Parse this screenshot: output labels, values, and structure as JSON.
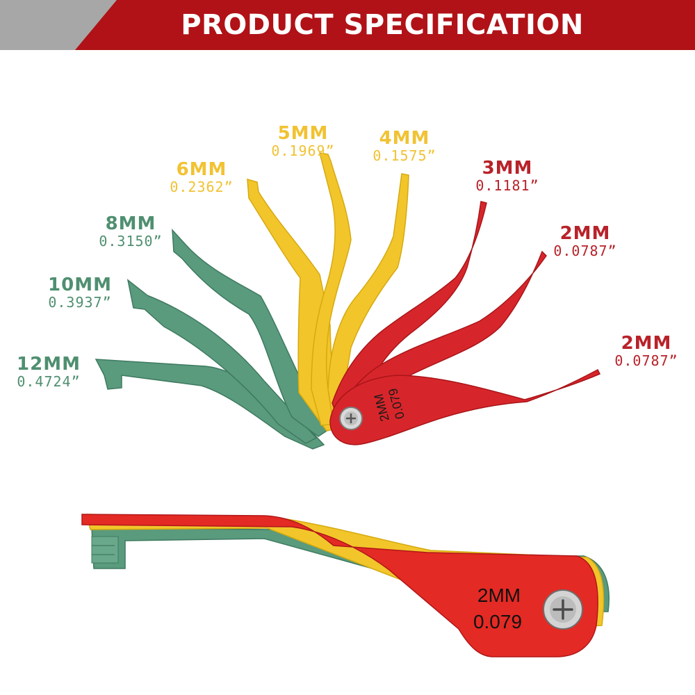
{
  "header": {
    "title": "PRODUCT SPECIFICATION"
  },
  "colors": {
    "banner_red": "#b01217",
    "banner_grey": "#a7a7a7",
    "green": "#5a9a7d",
    "yellow": "#f2c62a",
    "red": "#d7262b",
    "label_green": "#4f8f70",
    "label_yellow": "#f1c232",
    "label_red": "#b8222a"
  },
  "gauges": [
    {
      "mm": "12MM",
      "inch": "0.4724”",
      "color": "green"
    },
    {
      "mm": "10MM",
      "inch": "0.3937”",
      "color": "green"
    },
    {
      "mm": "8MM",
      "inch": "0.3150”",
      "color": "green"
    },
    {
      "mm": "6MM",
      "inch": "0.2362”",
      "color": "yellow"
    },
    {
      "mm": "5MM",
      "inch": "0.1969”",
      "color": "yellow"
    },
    {
      "mm": "4MM",
      "inch": "0.1575”",
      "color": "yellow"
    },
    {
      "mm": "3MM",
      "inch": "0.1181”",
      "color": "red"
    },
    {
      "mm": "2MM",
      "inch": "0.0787”",
      "color": "red"
    },
    {
      "mm": "2MM",
      "inch": "0.0787”",
      "color": "red"
    }
  ],
  "fan_blade_text": {
    "line1": "2MM",
    "line2": "0.079"
  },
  "closed_tool_text": {
    "line1": "2MM",
    "line2": "0.079"
  },
  "icons": {
    "pivot": "pivot-screw-icon"
  }
}
